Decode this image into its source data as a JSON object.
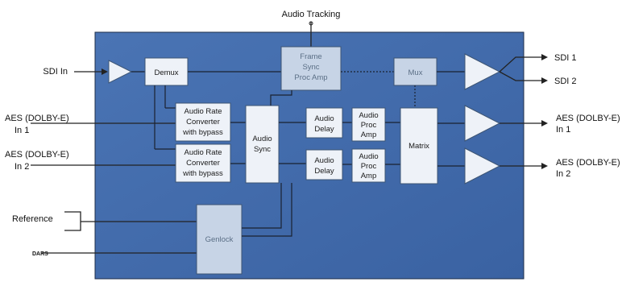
{
  "diagram": {
    "top_label": "Audio Tracking",
    "inputs": {
      "sdi_in": "SDI In",
      "aes1_line1": "AES (DOLBY-E)",
      "aes1_line2": "In 1",
      "aes2_line1": "AES (DOLBY-E)",
      "aes2_line2": "In 2",
      "reference": "Reference",
      "dars": "DARS"
    },
    "outputs": {
      "sdi1": "SDI 1",
      "sdi2": "SDI 2",
      "aes1_line1": "AES (DOLBY-E)",
      "aes1_line2": "In 1",
      "aes2_line1": "AES (DOLBY-E)",
      "aes2_line2": "In 2"
    },
    "blocks": {
      "demux": "Demux",
      "frame_sync": [
        "Frame",
        "Sync",
        "Proc Amp"
      ],
      "mux": "Mux",
      "arc1": [
        "Audio Rate",
        "Converter",
        "with bypass"
      ],
      "arc2": [
        "Audio Rate",
        "Converter",
        "with bypass"
      ],
      "audio_sync": [
        "Audio",
        "Sync"
      ],
      "audio_delay1": [
        "Audio",
        "Delay"
      ],
      "audio_delay2": [
        "Audio",
        "Delay"
      ],
      "audio_proc1": [
        "Audio",
        "Proc",
        "Amp"
      ],
      "audio_proc2": [
        "Audio",
        "Proc",
        "Amp"
      ],
      "matrix": "Matrix",
      "genlock": "Genlock"
    },
    "colors": {
      "panel": "#3f68a8",
      "block": "#eef2f8",
      "block_faint": "#c7d4e6"
    }
  }
}
